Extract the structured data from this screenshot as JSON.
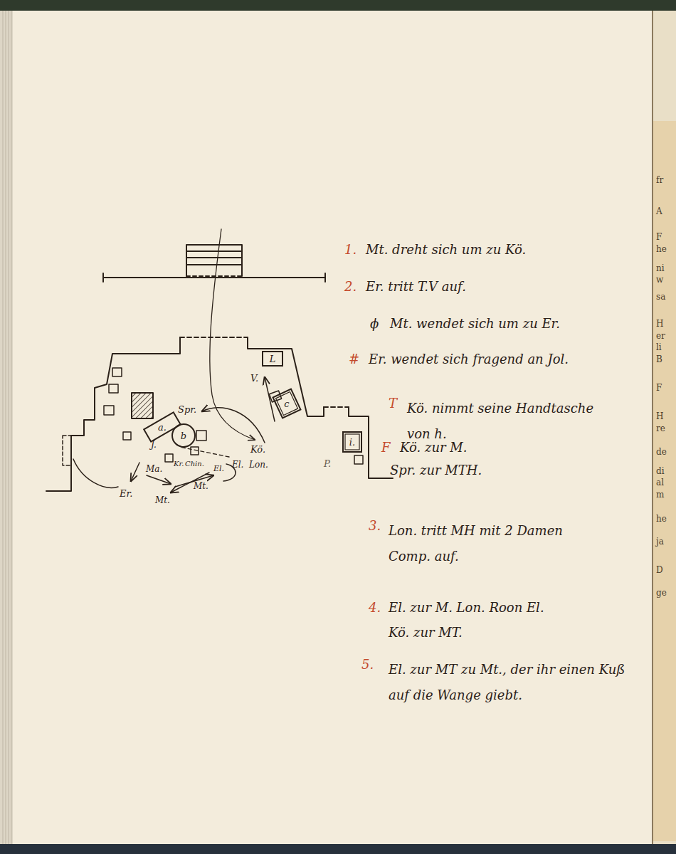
{
  "diagram": {
    "nodes": [
      {
        "text": [
          "L"
        ]
      },
      {
        "text": [
          "a."
        ]
      },
      {
        "text": [
          "b"
        ]
      },
      {
        "text": [
          "c"
        ]
      },
      {
        "text": [
          "i."
        ]
      }
    ],
    "labels": [
      "Spr.",
      "V.",
      "Kö.",
      "El.",
      "Lon.",
      "J.",
      "Kr.",
      "Chin.",
      "Ma.",
      "El.",
      "Mt.",
      "Er.",
      "Mt.",
      "P.",
      "1.",
      "Mt. dreht sich um zu Kö.",
      "2.",
      "Er. tritt T.V auf.",
      "ϕ",
      "Mt. wendet sich um zu Er.",
      "#",
      "Er. wendet sich fragend an Jol.",
      "T",
      "Kö. nimmt seine Handtasche von h.",
      "F",
      "Kö. zur M.",
      "Spr. zur MTH.",
      "3.",
      "Lon. tritt MH mit 2 Damen Comp. auf.",
      "4.",
      "El. zur M. Lon. Roon El.",
      "Kö. zur MT.",
      "5.",
      "El. zur MT zu Mt., der ihr einen Kuß auf die Wange giebt.",
      "fr",
      "A",
      "F",
      "he",
      "ni",
      "w",
      "sa",
      "H",
      "er",
      "li",
      "B",
      "F",
      "H",
      "re",
      "de",
      "di",
      "al",
      "m",
      "he",
      "ja",
      "D",
      "ge"
    ]
  }
}
